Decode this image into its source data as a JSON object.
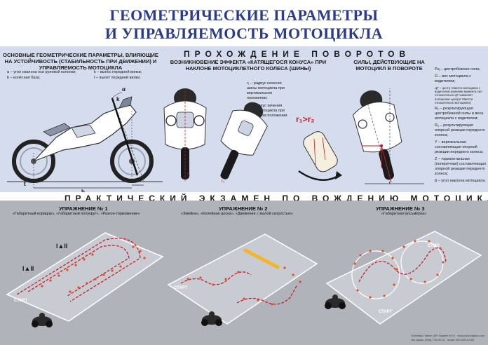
{
  "title": {
    "line1": "ГЕОМЕТРИЧЕСКИЕ ПАРАМЕТРЫ",
    "line2": "И УПРАВЛЯЕМОСТЬ МОТОЦИКЛА"
  },
  "colors": {
    "title_blue": "#2a3a8c",
    "upper_bg": "#d4dced",
    "lower_bg": "#b0b4ba",
    "route_red": "#c21f2a",
    "cone_orange": "#e6501e",
    "stripe_yellow": "#f3b62a"
  },
  "geometry": {
    "heading": "ОСНОВНЫЕ ГЕОМЕТРИЧЕСКИЕ ПАРАМЕТРЫ, ВЛИЯЮЩИЕ НА УСТОЙЧИВОСТЬ (СТАБИЛЬНОСТЬ ПРИ ДВИЖЕНИИ) И УПРАВЛЯЕМОСТЬ МОТОЦИКЛА",
    "legend": {
      "alpha": "α – угол наклона оси рулевой колонки;",
      "b": "b – колёсная база;",
      "k": "k – вынос передней вилки;",
      "t": "t – вылет передней вилки."
    },
    "labels": {
      "t": "t",
      "b": "b",
      "k": "k",
      "alpha": "α"
    }
  },
  "turns": {
    "heading": "ПРОХОЖДЕНИЕ ПОВОРОТОВ",
    "cone_effect": {
      "heading": "ВОЗНИКНОВЕНИЕ ЭФФЕКТА «КАТЯЩЕГОСЯ КОНУСА» ПРИ НАКЛОНЕ МОТОЦИКЛЕТНОГО КОЛЕСА (ШИНЫ)",
      "r1_text": "r₁ – радиус качения шины мотоцикла при вертикальном положении;",
      "r2_text": "r₂ – радиус качения шины мотоцикла при наклонном положении.",
      "formula": "r₁>r₂",
      "r1": "r₁",
      "r2": "r₂"
    },
    "forces": {
      "heading": "СИЛЫ, ДЕЙСТВУЮЩИЕ НА МОТОЦИКЛ В ПОВОРОТЕ",
      "legend": [
        "Pц – центробежная сила;",
        "G – вес мотоцикла с водителем;",
        "ЦТ – центр тяжести мотоцикла с водителем (наличие момента сил относительно ЦТ изменяет положение центра тяжести относительно мотоцикла);",
        "R₁ – результирующая центробежной силы и веса мотоцикла с водителем;",
        "R₂ – результирующая опорной реакции переднего колеса;",
        "Y – вертикальная составляющая опорной реакции переднего колеса;",
        "Z – горизонтальная (поперечная) составляющая опорной реакции переднего колеса;",
        "β – угол наклона мотоцикла."
      ]
    }
  },
  "exam": {
    "heading": "ПРАКТИЧЕСКИЙ ЭКЗАМЕН ПО ВОЖДЕНИЮ МОТОЦИКЛА",
    "exercises": [
      {
        "title": "УПРАЖНЕНИЕ № 1",
        "subtitle": "«Габаритный коридор», «Габаритный полукруг», «Разгон-торможение»"
      },
      {
        "title": "УПРАЖНЕНИЕ № 2",
        "subtitle": "«Змейка», «Колейная доска», «Движение с малой скоростью»"
      },
      {
        "title": "УПРАЖНЕНИЕ № 3",
        "subtitle": "«Габаритная восьмёрка»"
      }
    ],
    "markers": {
      "marker1": "I▲II",
      "marker2": "I▲II",
      "start": "СТАРТ",
      "stop": "СТОП"
    }
  },
  "footer": {
    "line1": "«Основы Плюс» (ИП Гараев И.П.) · www.osnovaplus.com",
    "line2": "тел./факс: (000) 775-00-01 · email: 000-000-0-000"
  }
}
